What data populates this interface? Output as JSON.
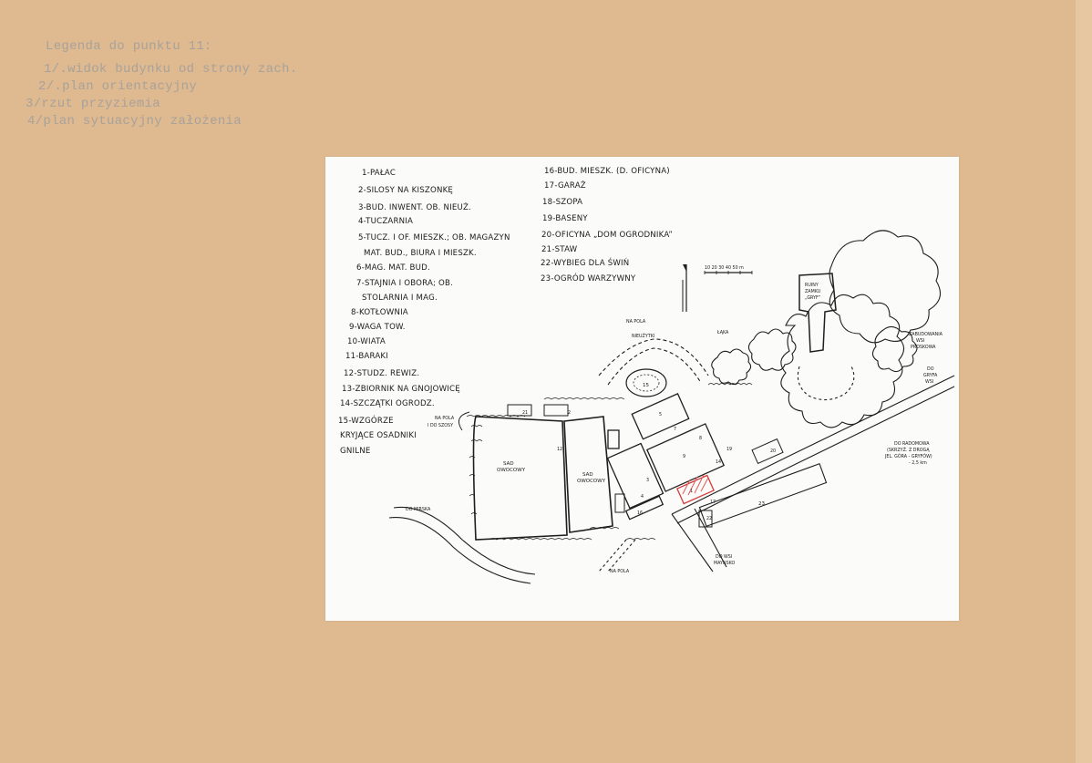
{
  "document": {
    "heading": "Legenda do punktu 11:",
    "lines": [
      "1/.widok budynku od strony zach.",
      "2/.plan orientacyjny",
      "3/rzut przyziemia",
      "4/plan sytuacyjny założenia"
    ]
  },
  "plan": {
    "legend_left": [
      "1-PAŁAC",
      "2-SILOSY NA KISZONKĘ",
      "3-BUD. INWENT. OB. NIEUŻ.",
      "4-TUCZARNIA",
      "5-TUCZ. I OF. MIESZK.; OB. MAGAZYN",
      "MAT. BUD., BIURA I MIESZK.",
      "6-MAG. MAT. BUD.",
      "7-STAJNIA I OBORA; OB.",
      "STOLARNIA I MAG.",
      "8-KOTŁOWNIA",
      "9-WAGA TOW.",
      "10-WIATA",
      "11-BARAKI",
      "12-STUDZ. REWIZ.",
      "13-ZBIORNIK NA GNOJOWICĘ",
      "14-SZCZĄTKI OGRODZ.",
      "15-WZGÓRZE",
      "KRYJĄCE OSADNIKI",
      "GNILNE"
    ],
    "legend_right": [
      "16-BUD. MIESZK. (D. OFICYNA)",
      "17-GARAŻ",
      "18-SZOPA",
      "19-BASENY",
      "20-OFICYNA „DOM OGRODNIKA”",
      "21-STAW",
      "22-WYBIEG DLA ŚWIŃ",
      "23-OGRÓD WARZYWNY"
    ],
    "scale_label": "10 20 30 40 50 m",
    "map_labels": {
      "na_pola_top": "NA POLA",
      "niewzytki": "NIEUŻYTKI",
      "laka": "ŁĄKA",
      "ruiny_1": "RUINY",
      "ruiny_2": "ZAMKU",
      "ruiny_3": "„GRYF”",
      "zabud_1": "ZABUDOWANIA",
      "zabud_2": "WSI",
      "zabud_3": "PROSKOWA",
      "gryf_1": "DO",
      "gryf_2": "GRYFA",
      "gryf_3": "WSI",
      "radoniow_1": "DO RADOMOWA",
      "radoniow_2": "(SKRZYŻ. Z DROGĄ",
      "radoniow_3": "JEL. GÓRA - GRYFÓW)",
      "radoniow_4": "- 2,5 km",
      "na_pola_left_1": "NA POLA",
      "na_pola_left_2": "I DO SZOSY",
      "do_mirska": "DO MIRSKA",
      "do_wsi_1": "DO WSI",
      "do_wsi_2": "MAYNSKO",
      "na_pola_bottom": "NA POLA",
      "sad_1a": "SAD",
      "sad_1b": "OWOCOWY",
      "sad_2a": "SAD",
      "sad_2b": "OWOCOWY",
      "n15": "15",
      "n23": "23",
      "n1": "1",
      "n2": "2",
      "n3": "3",
      "n4": "4",
      "n5": "5",
      "n7": "7",
      "n8": "8",
      "n9": "9",
      "n12": "12",
      "n14": "14",
      "n16": "16",
      "n17": "17",
      "n19": "19",
      "n20": "20",
      "n21": "21",
      "n22": "22"
    }
  }
}
